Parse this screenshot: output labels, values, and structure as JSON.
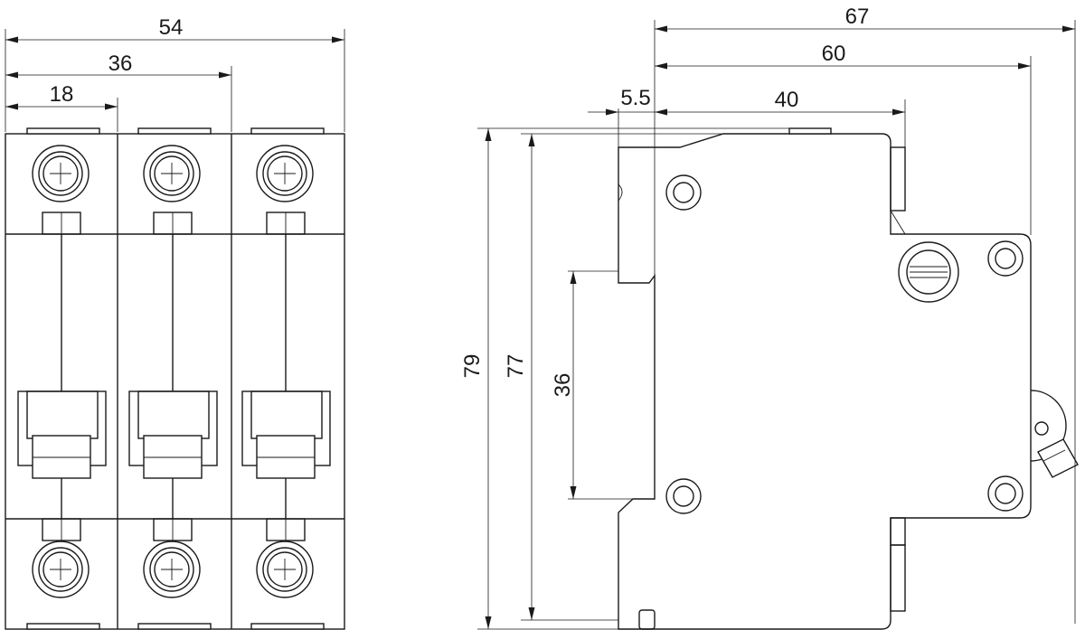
{
  "front_view": {
    "pole_count": 3,
    "dimensions": {
      "total_width": "54",
      "two_pole_width": "36",
      "pole_width": "18"
    }
  },
  "side_view": {
    "dimensions": {
      "overall_depth": "67",
      "depth_to_toggle": "60",
      "offset": "5.5",
      "body_depth": "40",
      "overall_height": "79",
      "body_height": "77",
      "rail_height": "36"
    }
  },
  "colors": {
    "line": "#1a1a1a",
    "background": "#ffffff"
  }
}
